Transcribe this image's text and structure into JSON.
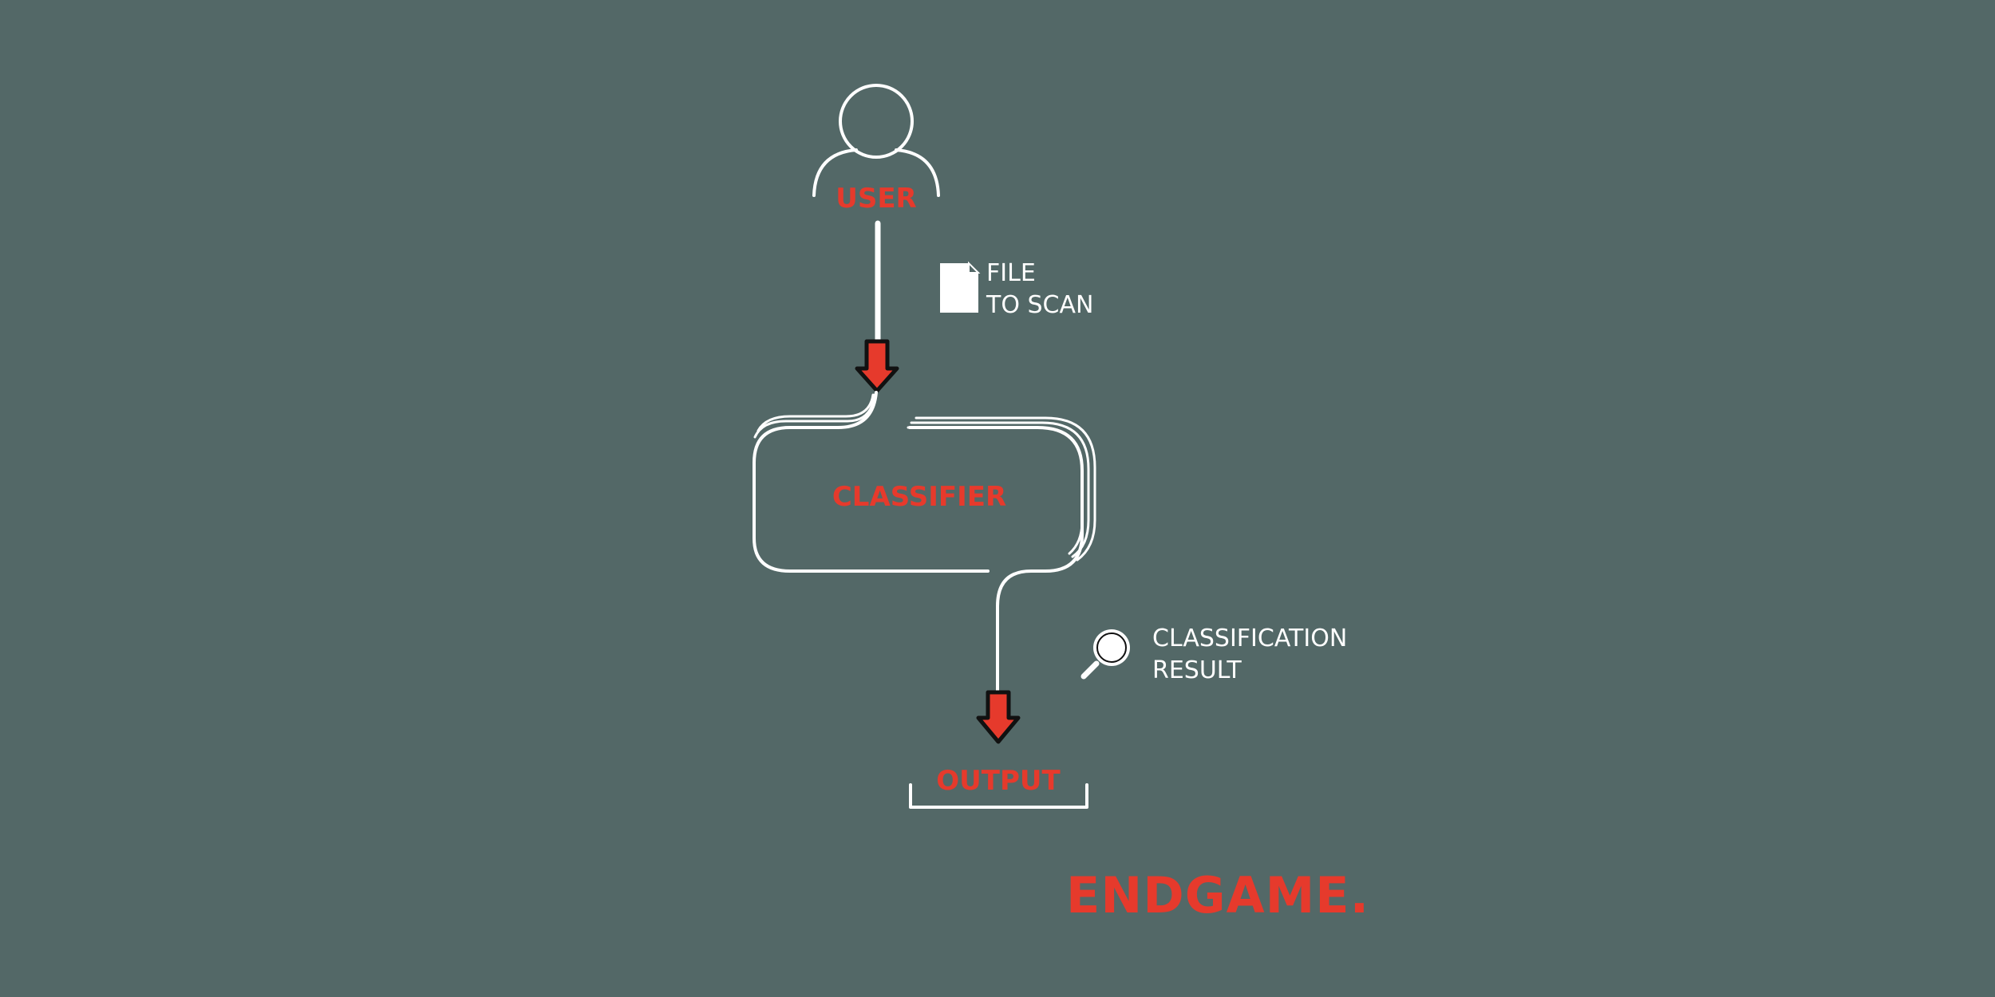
{
  "nodes": {
    "user": "USER",
    "classifier": "CLASSIFIER",
    "output": "OUTPUT"
  },
  "annotations": {
    "file_line1": "FILE",
    "file_line2": "TO SCAN",
    "result_line1": "CLASSIFICATION",
    "result_line2": "RESULT"
  },
  "brand": "ENDGAME.",
  "icons": {
    "user": "user-icon",
    "file": "document-icon",
    "result": "magnifier-icon"
  },
  "colors": {
    "background": "#536867",
    "accent": "#e63a2c",
    "line": "#ffffff"
  }
}
